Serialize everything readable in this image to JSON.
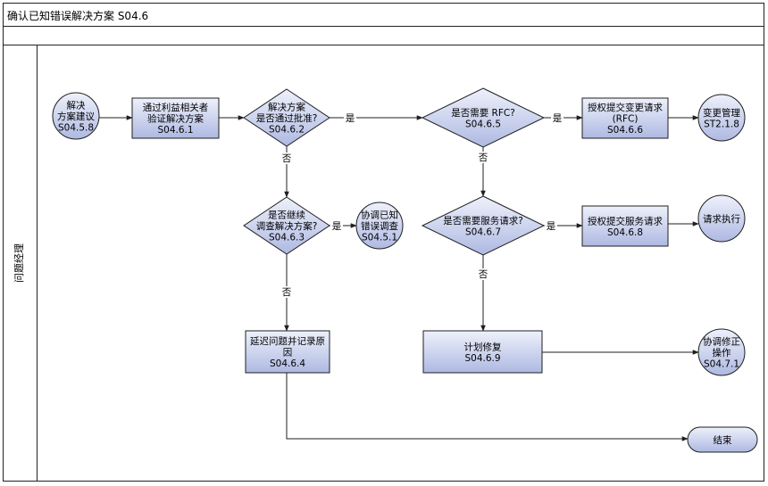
{
  "title": "确认已知错误解决方案 S04.6",
  "lane": "问题经理",
  "nodes": {
    "n_start": [
      "解决",
      "方案建议",
      "S04.5.8"
    ],
    "n_461": [
      "通过利益相关者",
      "验证解决方案",
      "S04.6.1"
    ],
    "n_462": [
      "解决方案",
      "是否通过批准?",
      "S04.6.2"
    ],
    "n_463": [
      "是否继续",
      "调查解决方案?",
      "S04.6.3"
    ],
    "n_451": [
      "协调已知",
      "错误调查",
      "S04.5.1"
    ],
    "n_464": [
      "延迟问题并记录原",
      "因",
      "S04.6.4"
    ],
    "n_465": [
      "是否需要 RFC?",
      "S04.6.5"
    ],
    "n_466": [
      "授权提交变更请求",
      "(RFC)",
      "S04.6.6"
    ],
    "n_218": [
      "变更管理",
      "ST2.1.8"
    ],
    "n_467": [
      "是否需要服务请求?",
      "S04.6.7"
    ],
    "n_468": [
      "授权提交服务请求",
      "S04.6.8"
    ],
    "n_req": [
      "请求执行"
    ],
    "n_469": [
      "计划修复",
      "S04.6.9"
    ],
    "n_471": [
      "协调修正",
      "操作",
      "S04.7.1"
    ],
    "n_end": [
      "结束"
    ]
  },
  "edge_labels": {
    "yes": "是",
    "no": "否"
  },
  "colors": {
    "fill_light": "#eef1fb",
    "fill_dark": "#aeb9e2",
    "stroke": "#1f1f1f"
  }
}
